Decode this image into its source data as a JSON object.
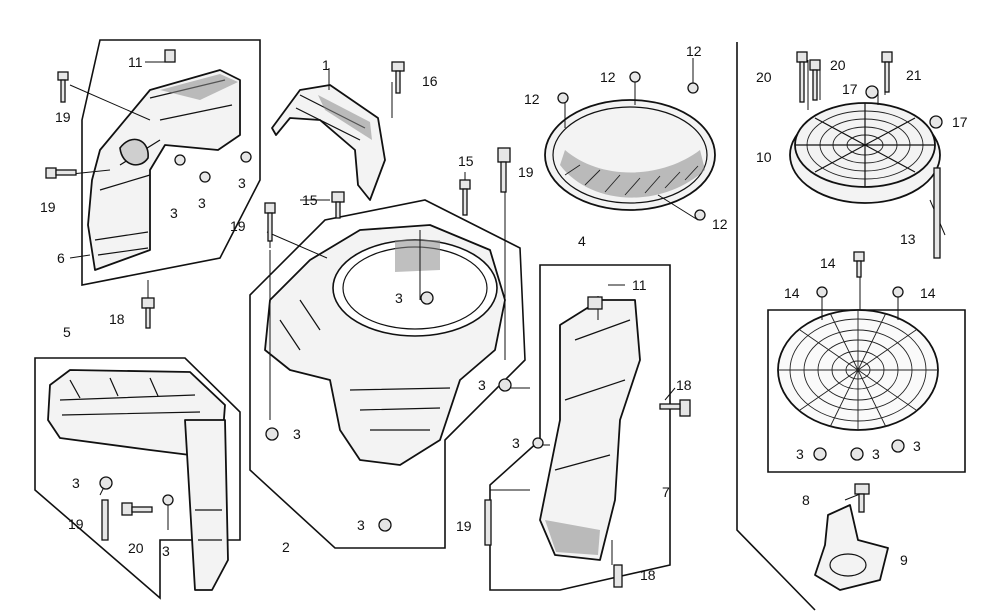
{
  "callouts": [
    {
      "id": "c1",
      "text": "1"
    },
    {
      "id": "c2",
      "text": "2"
    },
    {
      "id": "c3a",
      "text": "3"
    },
    {
      "id": "c3b",
      "text": "3"
    },
    {
      "id": "c3c",
      "text": "3"
    },
    {
      "id": "c3d",
      "text": "3"
    },
    {
      "id": "c3e",
      "text": "3"
    },
    {
      "id": "c3f",
      "text": "3"
    },
    {
      "id": "c3g",
      "text": "3"
    },
    {
      "id": "c3h",
      "text": "3"
    },
    {
      "id": "c3i",
      "text": "3"
    },
    {
      "id": "c3j",
      "text": "3"
    },
    {
      "id": "c3k",
      "text": "3"
    },
    {
      "id": "c3l",
      "text": "3"
    },
    {
      "id": "c3m",
      "text": "3"
    },
    {
      "id": "c4",
      "text": "4"
    },
    {
      "id": "c5",
      "text": "5"
    },
    {
      "id": "c6",
      "text": "6"
    },
    {
      "id": "c7",
      "text": "7"
    },
    {
      "id": "c8",
      "text": "8"
    },
    {
      "id": "c9",
      "text": "9"
    },
    {
      "id": "c10",
      "text": "10"
    },
    {
      "id": "c11a",
      "text": "11"
    },
    {
      "id": "c11b",
      "text": "11"
    },
    {
      "id": "c12a",
      "text": "12"
    },
    {
      "id": "c12b",
      "text": "12"
    },
    {
      "id": "c12c",
      "text": "12"
    },
    {
      "id": "c12d",
      "text": "12"
    },
    {
      "id": "c13",
      "text": "13"
    },
    {
      "id": "c14a",
      "text": "14"
    },
    {
      "id": "c14b",
      "text": "14"
    },
    {
      "id": "c14c",
      "text": "14"
    },
    {
      "id": "c15a",
      "text": "15"
    },
    {
      "id": "c15b",
      "text": "15"
    },
    {
      "id": "c16",
      "text": "16"
    },
    {
      "id": "c17a",
      "text": "17"
    },
    {
      "id": "c17b",
      "text": "17"
    },
    {
      "id": "c18a",
      "text": "18"
    },
    {
      "id": "c18b",
      "text": "18"
    },
    {
      "id": "c18c",
      "text": "18"
    },
    {
      "id": "c19a",
      "text": "19"
    },
    {
      "id": "c19b",
      "text": "19"
    },
    {
      "id": "c19c",
      "text": "19"
    },
    {
      "id": "c19d",
      "text": "19"
    },
    {
      "id": "c19e",
      "text": "19"
    },
    {
      "id": "c19f",
      "text": "19"
    },
    {
      "id": "c20a",
      "text": "20"
    },
    {
      "id": "c20b",
      "text": "20"
    },
    {
      "id": "c20c",
      "text": "20"
    },
    {
      "id": "c21",
      "text": "21"
    }
  ]
}
